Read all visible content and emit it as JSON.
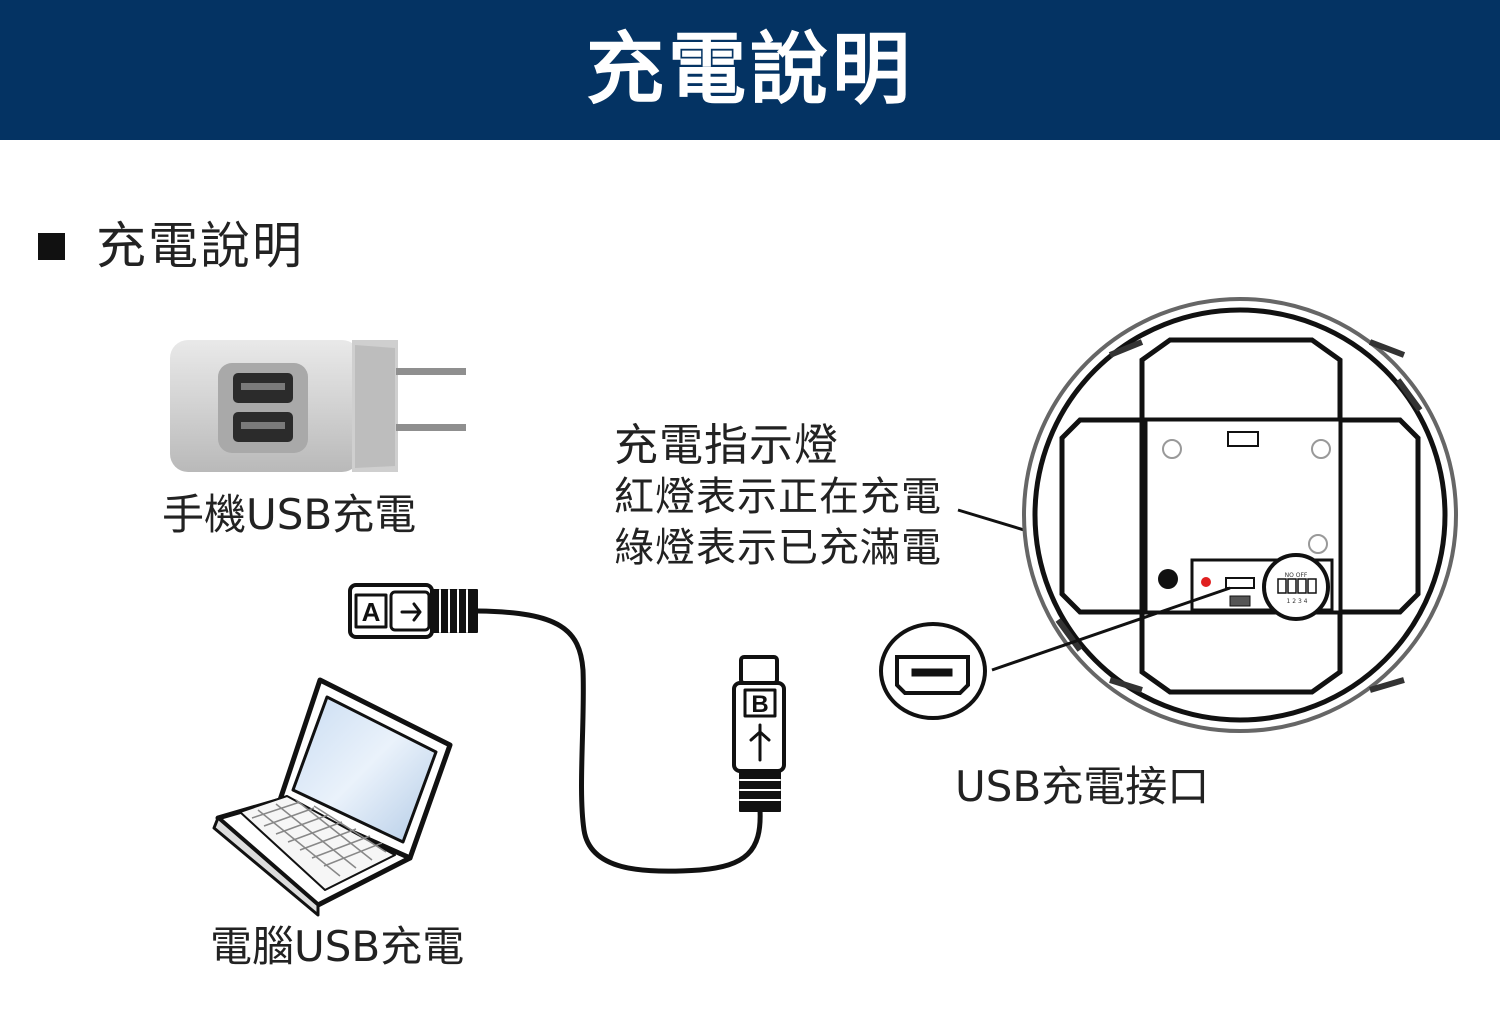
{
  "header": {
    "title": "充電說明"
  },
  "section": {
    "title": "充電說明"
  },
  "labels": {
    "phone_charger": "手機USB充電",
    "pc_charging": "電腦USB充電",
    "usb_port": "USB充電接口"
  },
  "indicator": {
    "title": "充電指示燈",
    "red": "紅燈表示正在充電",
    "green": "綠燈表示已充滿電"
  },
  "connectors": {
    "a": "A",
    "b": "B"
  },
  "dip_switch": {
    "labels": "NO OFF",
    "numbers": "1 2 3 4"
  },
  "colors": {
    "header": "#043363",
    "indicator_led": "#e02020"
  }
}
